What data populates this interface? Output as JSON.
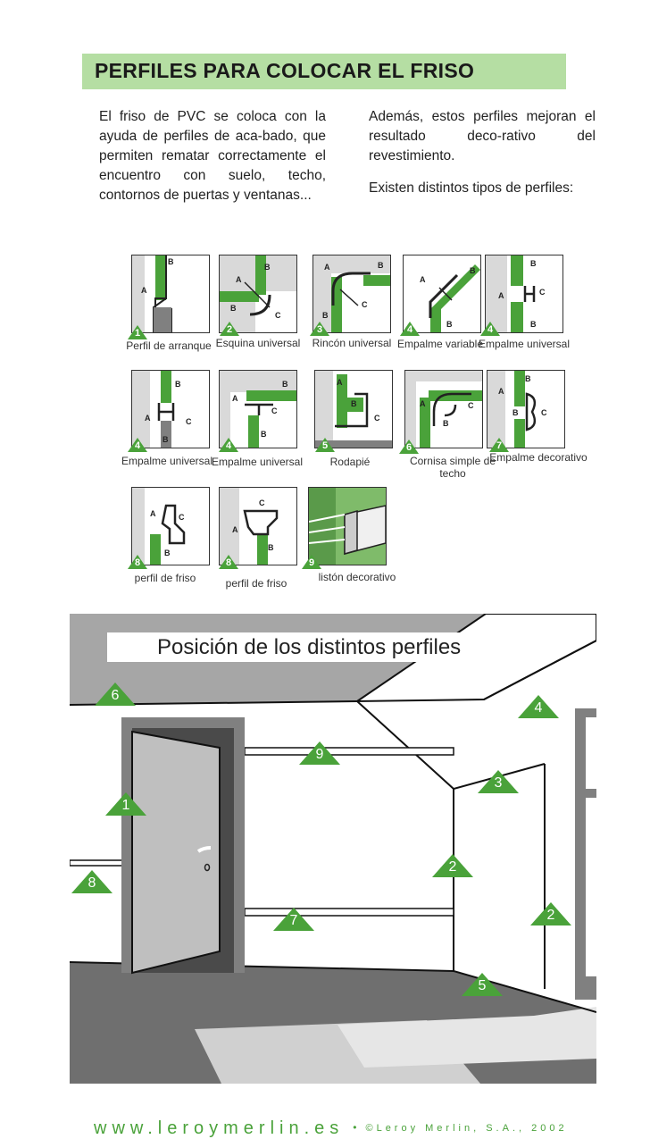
{
  "title": "PERFILES PARA COLOCAR EL FRISO",
  "intro_left": "El friso de PVC se coloca con la ayuda de perfiles de aca-bado, que permiten rematar correctamente el encuentro con suelo, techo, contornos de puertas y ventanas...",
  "intro_right_1": "Además, estos perfiles mejoran el resultado deco-rativo del revestimiento.",
  "intro_right_2": "Existen distintos tipos de perfiles:",
  "profiles": [
    {
      "num": "1",
      "caption": "Perfil de arranque"
    },
    {
      "num": "2",
      "caption": "Esquina universal"
    },
    {
      "num": "3",
      "caption": "Rincón universal"
    },
    {
      "num": "4",
      "caption": "Empalme variable"
    },
    {
      "num": "4",
      "caption": "Empalme universal"
    },
    {
      "num": "4",
      "caption": "Empalme universal"
    },
    {
      "num": "4",
      "caption": "Empalme universal"
    },
    {
      "num": "5",
      "caption": "Rodapié"
    },
    {
      "num": "6",
      "caption": "Cornisa simple de techo"
    },
    {
      "num": "7",
      "caption": "Empalme decorativo"
    },
    {
      "num": "8",
      "caption": "perfil de friso"
    },
    {
      "num": "8",
      "caption": "perfil de friso"
    },
    {
      "num": "9",
      "caption": "listón decorativo"
    }
  ],
  "part_labels": {
    "a": "A",
    "b": "B",
    "c": "C"
  },
  "scene": {
    "title": "Posición de los distintos perfiles",
    "markers": [
      "6",
      "4",
      "9",
      "3",
      "1",
      "2",
      "8",
      "7",
      "2",
      "5"
    ]
  },
  "footer": {
    "site": "www.leroymerlin.es",
    "separator": "•",
    "copyright": "©Leroy Merlin, S.A., 2002"
  },
  "colors": {
    "accent_green": "#4aa23a",
    "title_band": "#b5dea3"
  }
}
